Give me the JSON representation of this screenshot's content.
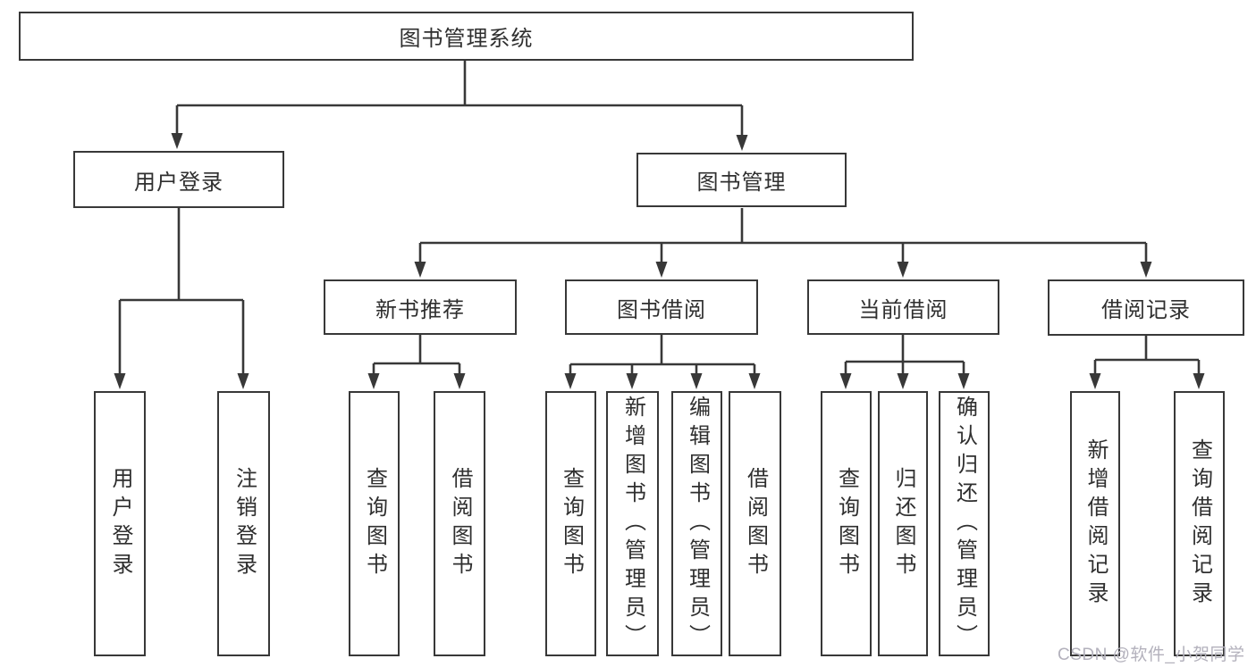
{
  "diagram": {
    "root": {
      "label": "图书管理系统"
    },
    "branches": {
      "user_login": {
        "label": "用户登录",
        "children": {
          "login": {
            "label": "用户登录"
          },
          "logout": {
            "label": "注销登录"
          }
        }
      },
      "book_mgmt": {
        "label": "图书管理",
        "children": {
          "new_books": {
            "label": "新书推荐",
            "children": {
              "query_books": {
                "label": "查询图书"
              },
              "borrow_books": {
                "label": "借阅图书"
              }
            }
          },
          "book_borrow": {
            "label": "图书借阅",
            "children": {
              "query_books": {
                "label": "查询图书"
              },
              "add_books": {
                "label": "新增图书（管理员）"
              },
              "edit_books": {
                "label": "编辑图书（管理员）"
              },
              "borrow_books": {
                "label": "借阅图书"
              }
            }
          },
          "current_borrow": {
            "label": "当前借阅",
            "children": {
              "query_books": {
                "label": "查询图书"
              },
              "return_books": {
                "label": "归还图书"
              },
              "confirm_return": {
                "label": "确认归还（管理员）"
              }
            }
          },
          "borrow_records": {
            "label": "借阅记录",
            "children": {
              "add_record": {
                "label": "新增借阅记录"
              },
              "query_record": {
                "label": "查询借阅记录"
              }
            }
          }
        }
      }
    }
  },
  "watermark": {
    "text": "CSDN @软件_小贺同学"
  },
  "colors": {
    "line": "#383838",
    "text": "#2f2f2f",
    "background": "#ffffff",
    "watermark": "#b3b1bc"
  }
}
